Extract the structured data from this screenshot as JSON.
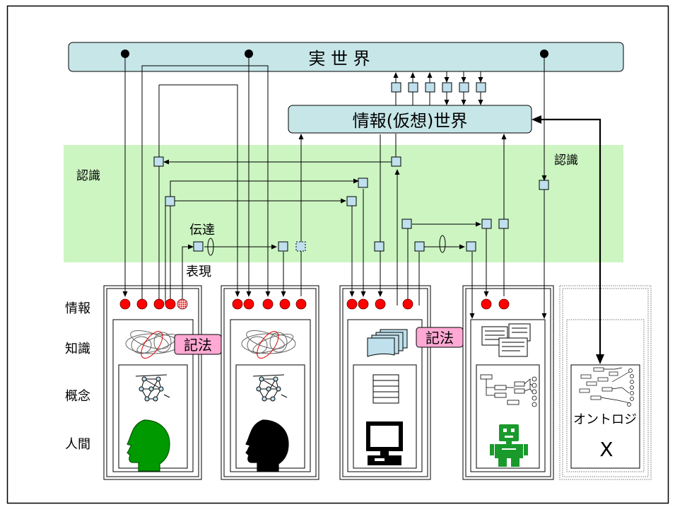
{
  "title": {
    "real_world": "実 世 界",
    "virtual_world": "情報(仮想)世界"
  },
  "labels": {
    "recognition_left": "認識",
    "recognition_right": "認識",
    "transmission": "伝達",
    "expression": "表現",
    "notation_1": "記法",
    "notation_2": "記法",
    "ontology": "オントロジ",
    "ontology_mark": "X"
  },
  "row_labels": [
    "情報",
    "知識",
    "概念",
    "人間"
  ],
  "columns": [
    "human-green",
    "human-black",
    "computer",
    "robot",
    "ontology"
  ],
  "colors": {
    "world_fill": "#c6e6e8",
    "recognition_band": "#ccf5c2",
    "node_fill": "#bfe0ec",
    "info_dot": "#ff0000",
    "notation_fill": "#ffa9d4",
    "human_green": "#009900",
    "robot_green": "#1a9a2c"
  },
  "icons": {
    "knowledge": [
      "scribble-icon",
      "scribble-icon",
      "documents-icon",
      "forms-icon"
    ],
    "concept": [
      "network-icon",
      "network-icon",
      "list-icon",
      "tree-icon",
      "tree-icon"
    ],
    "agent": [
      "human-head-icon",
      "human-head-icon",
      "computer-icon",
      "robot-icon"
    ]
  }
}
